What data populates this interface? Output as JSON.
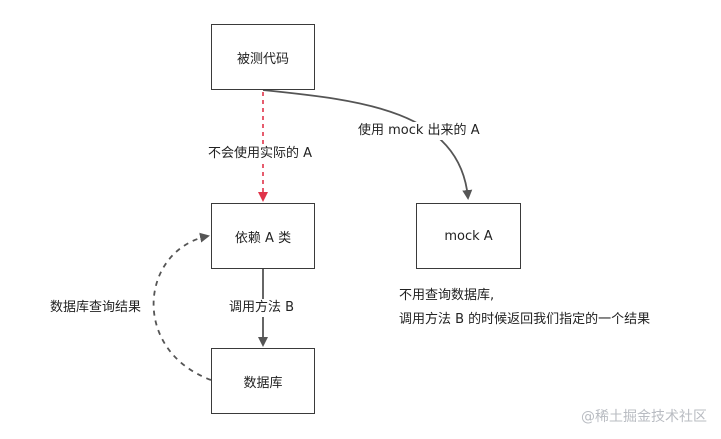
{
  "nodes": {
    "tested_code": "被测代码",
    "depend_a": "依赖 A 类",
    "database": "数据库",
    "mock_a": "mock A"
  },
  "edges": {
    "not_use_real": "不会使用实际的 A",
    "use_mock": "使用 mock 出来的 A",
    "call_method": "调用方法 B",
    "query_result": "数据库查询结果"
  },
  "note": {
    "line1": "不用查询数据库,",
    "line2": "调用方法 B 的时候返回我们指定的一个结果"
  },
  "watermark": "@稀土掘金技术社区",
  "colors": {
    "line": "#555555",
    "dashed_red": "#e0344a",
    "box_border": "#3a3a3a"
  }
}
